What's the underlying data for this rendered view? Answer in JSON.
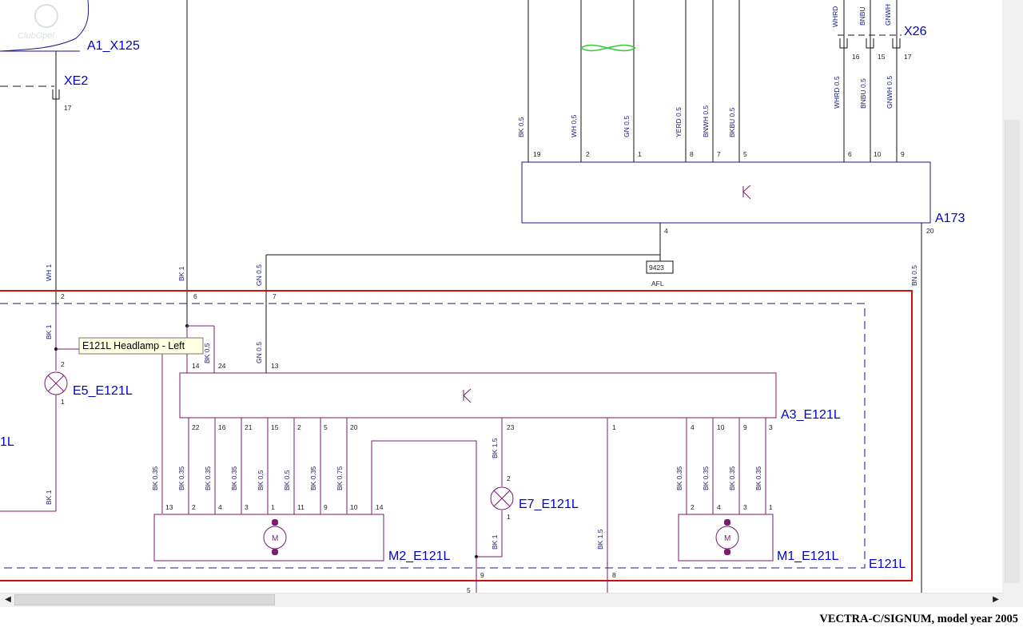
{
  "footer": {
    "text": "VECTRA-C/SIGNUM, model year 2005"
  },
  "tooltip": {
    "text": "E121L Headlamp - Left"
  },
  "components": {
    "a1_x125": "A1_X125",
    "xe2": "XE2",
    "x26": "X26",
    "a173": "A173",
    "afl_code": "9423",
    "afl": "AFL",
    "e5": "E5_E121L",
    "a3": "A3_E121L",
    "e7": "E7_E121L",
    "m2": "M2_E121L",
    "m1": "M1_E121L",
    "e121l": "E121L",
    "partial_left": "1L",
    "motor_symbol": "M"
  },
  "wires": {
    "top_whrd": "WHRD",
    "top_bnbu": "BNBU",
    "top_gnwh": "GNWH",
    "bk05": "BK 0.5",
    "wh05": "WH 0.5",
    "gn05_a": "GN 0.5",
    "yerd05": "YERD 0.5",
    "bnwh05": "BNWH 0.5",
    "bkbu05": "BKBU 0.5",
    "whrd05": "WHRD 0.5",
    "bnbu05": "BNBU 0.5",
    "gnwh05": "GNWH 0.5",
    "wh1": "WH 1",
    "bk1_a": "BK 1",
    "gn05_b": "GN 0.5",
    "bn05": "BN 0.5",
    "bk1_b": "BK 1",
    "bk05_b": "BK 0.5",
    "gn05_c": "GN 0.5",
    "bk1_c": "BK 1",
    "bk035_1": "BK 0.35",
    "bk035_2": "BK 0.35",
    "bk035_3": "BK 0.35",
    "bk035_4": "BK 0.35",
    "bk05_c": "BK 0.5",
    "bk05_d": "BK 0.5",
    "bk035_5": "BK 0.35",
    "bk075": "BK 0.75",
    "bk15_a": "BK 1.5",
    "bk1_d": "BK 1",
    "bk15_b": "BK 1.5",
    "bk035_6": "BK 0.35",
    "bk035_7": "BK 0.35",
    "bk035_8": "BK 0.35",
    "bk035_9": "BK 0.35"
  },
  "pins": {
    "xe2_17": "17",
    "x26_16": "16",
    "x26_15": "15",
    "x26_17": "17",
    "a173_19": "19",
    "a173_2": "2",
    "a173_1": "1",
    "a173_8": "8",
    "a173_7": "7",
    "a173_5": "5",
    "a173_6": "6",
    "a173_10": "10",
    "a173_9": "9",
    "a173_4": "4",
    "a173_20": "20",
    "bx_2": "2",
    "bx_6": "6",
    "bx_7": "7",
    "e5_2": "2",
    "e5_1": "1",
    "a3_14": "14",
    "a3_24": "24",
    "a3_13": "13",
    "a3_22": "22",
    "a3_16": "16",
    "a3_21": "21",
    "a3_15": "15",
    "a3_2": "2",
    "a3_5": "5",
    "a3_20": "20",
    "a3_23": "23",
    "a3_1": "1",
    "a3_4": "4",
    "a3_10": "10",
    "a3_9": "9",
    "a3_3": "3",
    "m2_13": "13",
    "m2_2": "2",
    "m2_4": "4",
    "m2_3": "3",
    "m2_1": "1",
    "m2_11": "11",
    "m2_9": "9",
    "m2_10": "10",
    "m2_14": "14",
    "e7_2": "2",
    "e7_1": "1",
    "m1_2": "2",
    "m1_4": "4",
    "m1_3": "3",
    "m1_1": "1",
    "bot_9": "9",
    "bot_8": "8",
    "bot_5": "5"
  }
}
